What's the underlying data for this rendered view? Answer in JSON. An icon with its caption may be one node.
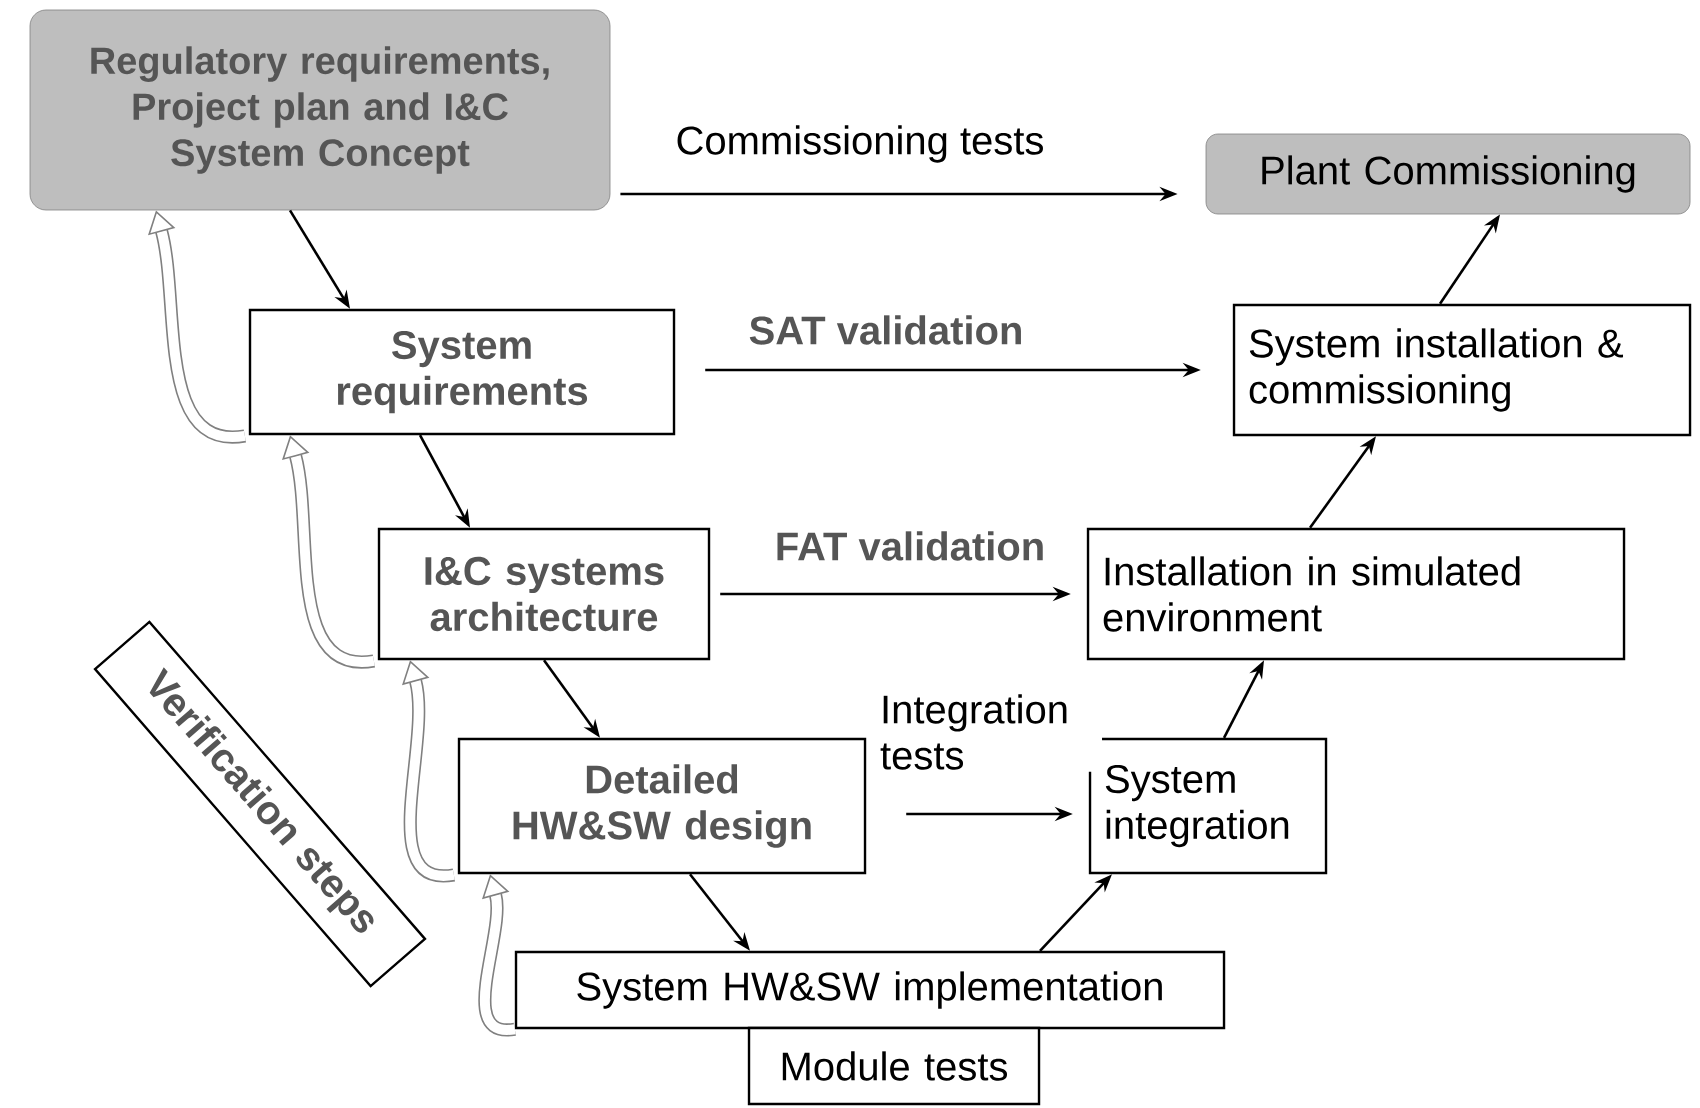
{
  "diagram": {
    "nodes": [
      {
        "text": [
          "Regulatory requirements, Project plan and I&C System Concept"
        ]
      },
      {
        "text": [
          "Plant Commissioning"
        ]
      },
      {
        "text": [
          "System requirements"
        ]
      },
      {
        "text": [
          "System installation & commissioning"
        ]
      },
      {
        "text": [
          "I&C systems architecture"
        ]
      },
      {
        "text": [
          "Installation in simulated environment"
        ]
      },
      {
        "text": [
          "Detailed HW&SW design"
        ]
      },
      {
        "text": [
          "System integration"
        ]
      },
      {
        "text": [
          "System HW&SW implementation"
        ]
      },
      {
        "text": [
          "Module tests"
        ]
      },
      {
        "text": [
          "Verification steps"
        ]
      }
    ],
    "edges": [
      {
        "from": 0,
        "to": 1,
        "arrow": "to",
        "label": "Commissioning tests"
      },
      {
        "from": 2,
        "to": 3,
        "arrow": "to",
        "label": "SAT validation"
      },
      {
        "from": 4,
        "to": 5,
        "arrow": "to",
        "label": "FAT validation"
      },
      {
        "from": 6,
        "to": 7,
        "arrow": "to",
        "label": "Integration tests"
      },
      {
        "from": 0,
        "to": 2,
        "arrow": "to"
      },
      {
        "from": 2,
        "to": 4,
        "arrow": "to"
      },
      {
        "from": 4,
        "to": 6,
        "arrow": "to"
      },
      {
        "from": 6,
        "to": 8,
        "arrow": "to"
      },
      {
        "from": 8,
        "to": 7,
        "arrow": "to"
      },
      {
        "from": 7,
        "to": 5,
        "arrow": "to"
      },
      {
        "from": 5,
        "to": 3,
        "arrow": "to"
      },
      {
        "from": 3,
        "to": 1,
        "arrow": "to"
      },
      {
        "from": 2,
        "to": 0,
        "arrow": "to",
        "style": "thick",
        "color": "#808080"
      },
      {
        "from": 4,
        "to": 2,
        "arrow": "to",
        "style": "thick",
        "color": "#808080"
      },
      {
        "from": 6,
        "to": 4,
        "arrow": "to",
        "style": "thick",
        "color": "#808080"
      },
      {
        "from": 8,
        "to": 6,
        "arrow": "to",
        "style": "thick",
        "color": "#808080"
      }
    ]
  }
}
